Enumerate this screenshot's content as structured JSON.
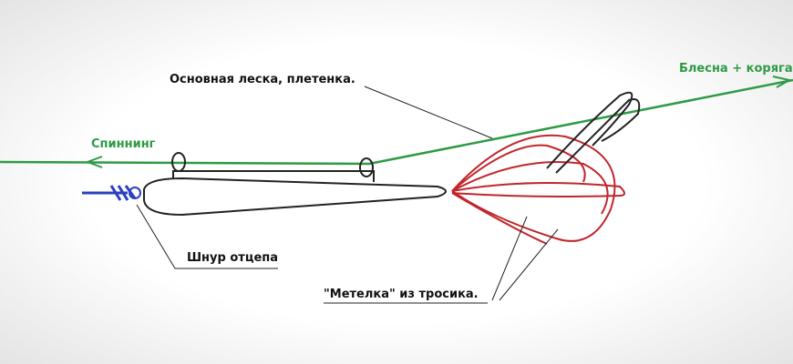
{
  "labels": {
    "main_line": "Основная леска, плетенка.",
    "lure": "Блесна + коряга",
    "rod": "Спиннинг",
    "release_cord": "Шнур отцепа",
    "broom": "\"Метелка\" из тросика."
  },
  "colors": {
    "line_green": "#2e9a45",
    "broom_red": "#c0262c",
    "cord_blue": "#2a3fbf",
    "outline": "#222222"
  }
}
